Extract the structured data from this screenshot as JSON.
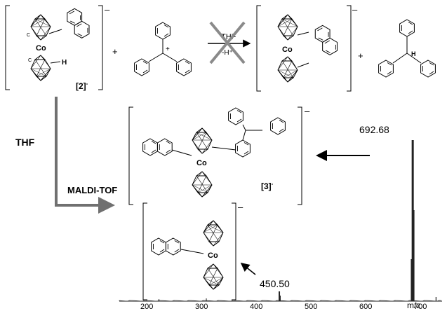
{
  "labels": {
    "compound_2_base": "[2]",
    "compound_2_charge": "-",
    "compound_3_base": "[3]",
    "compound_3_charge": "-",
    "anion_charge": "–",
    "cation_charge": "+",
    "plus": "+",
    "thf": "THF",
    "maldi": "MALDI-TOF",
    "cond_top": "THF",
    "cond_bottom": "-H⁺",
    "cobalt": "Co",
    "hydrogen": "H",
    "carbon": "C"
  },
  "peaks": {
    "major_label": "692.68",
    "minor_label": "450.50"
  },
  "spectrum": {
    "x_ticks": [
      "200",
      "300",
      "400",
      "500",
      "600",
      "700"
    ],
    "x_axis_label": "m/z"
  },
  "colors": {
    "line": "#000000",
    "arrow_gray": "#707070",
    "cross": "#8a8a8a",
    "spectrum": "#222222"
  }
}
